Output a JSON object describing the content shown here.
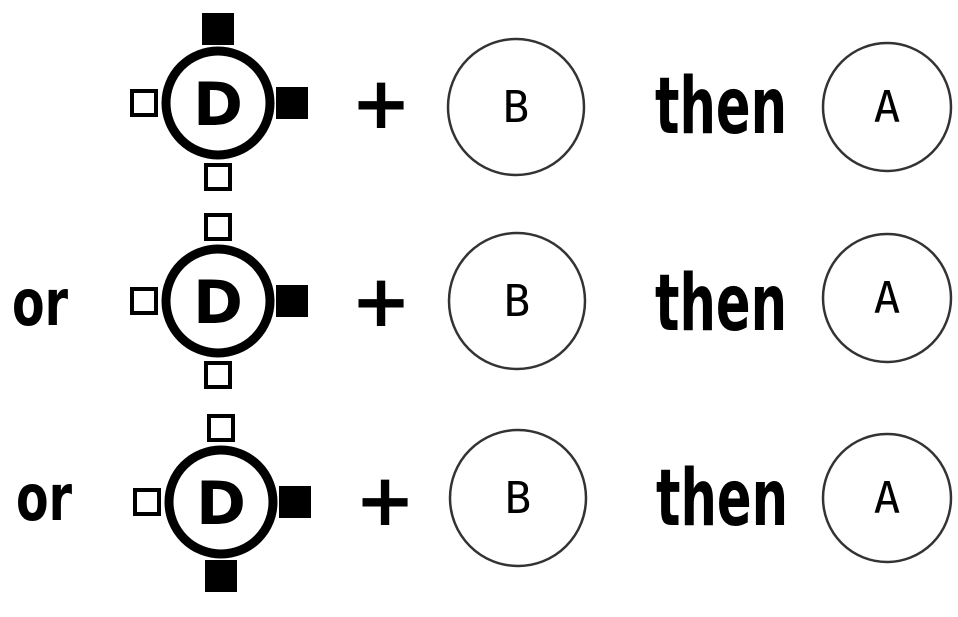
{
  "combos": [
    {
      "prefix": "",
      "dpad_letter": "D",
      "pressed": [
        "up",
        "right"
      ],
      "plus": "+",
      "first_button": "B",
      "connector": "then",
      "second_button": "A"
    },
    {
      "prefix": "or",
      "dpad_letter": "D",
      "pressed": [
        "right"
      ],
      "plus": "+",
      "first_button": "B",
      "connector": "then",
      "second_button": "A"
    },
    {
      "prefix": "or",
      "dpad_letter": "D",
      "pressed": [
        "right",
        "down"
      ],
      "plus": "+",
      "first_button": "B",
      "connector": "then",
      "second_button": "A"
    }
  ],
  "colors": {
    "ink": "#000000",
    "paper": "#ffffff",
    "button_outline": "#333333"
  },
  "icons": {
    "dpad": "dpad-icon",
    "button": "round-button-icon",
    "plus": "plus-icon"
  }
}
